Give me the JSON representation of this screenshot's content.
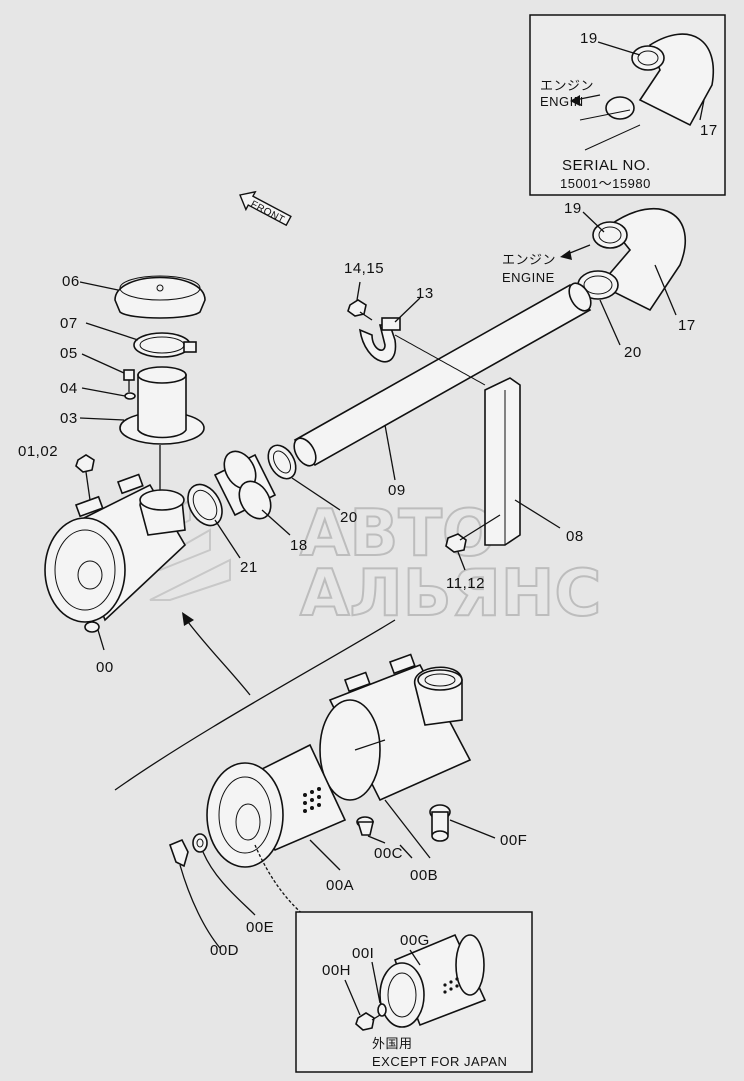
{
  "inset_top": {
    "ref_19": "19",
    "ref_17": "17",
    "engine_jp": "エンジン",
    "engine_en": "ENGIN",
    "serial_label": "SERIAL NO.",
    "serial_range": "15001～15980"
  },
  "main": {
    "front": "FRONT",
    "engine_jp": "エンジン",
    "engine_en": "ENGINE",
    "labels": {
      "p06": "06",
      "p07": "07",
      "p05": "05",
      "p04": "04",
      "p03": "03",
      "p0102": "01,02",
      "p00": "00",
      "p21": "21",
      "p18": "18",
      "p20a": "20",
      "p09": "09",
      "p1415": "14,15",
      "p13": "13",
      "p19": "19",
      "p17": "17",
      "p20b": "20",
      "p08": "08",
      "p1112": "11,12"
    }
  },
  "detail": {
    "labels": {
      "a": "00A",
      "b": "00B",
      "c": "00C",
      "d": "00D",
      "e": "00E",
      "f": "00F"
    }
  },
  "inset_bottom": {
    "g": "00G",
    "h": "00H",
    "i": "00I",
    "note_jp": "外国用",
    "note_en": "EXCEPT FOR JAPAN"
  },
  "watermark": {
    "line1": "АВТО",
    "line2": "АЛЬЯНС"
  }
}
